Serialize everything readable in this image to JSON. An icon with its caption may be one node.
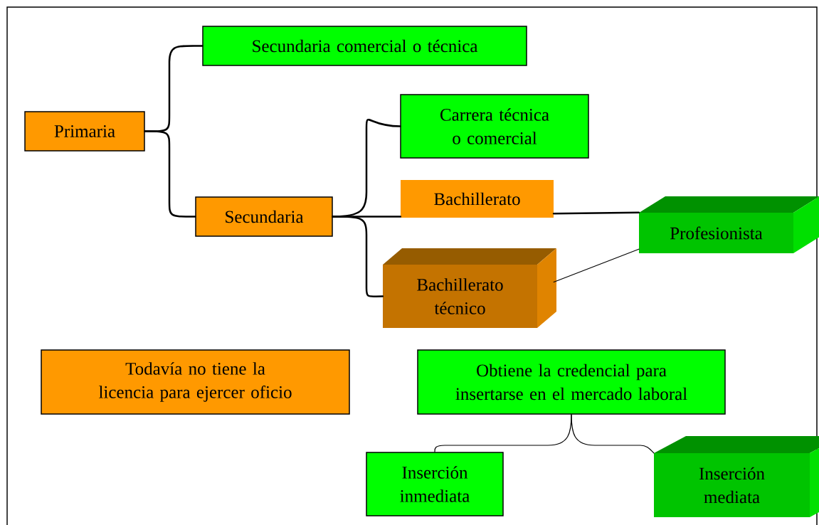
{
  "diagram": {
    "nodes": [
      {
        "text": [
          "Primaria"
        ]
      },
      {
        "text": [
          "Secundaria comercial o técnica"
        ]
      },
      {
        "text": [
          "Carrera técnica o comercial"
        ]
      },
      {
        "text": [
          "Secundaria"
        ]
      },
      {
        "text": [
          "Bachillerato"
        ]
      },
      {
        "text": [
          "Profesionista"
        ]
      },
      {
        "text": [
          "Bachillerato técnico"
        ]
      },
      {
        "text": [
          "Todavía no tiene la licencia para ejercer oficio"
        ]
      },
      {
        "text": [
          "Obtiene la credencial para insertarse en el mercado laboral"
        ]
      },
      {
        "text": [
          "Inserción inmediata"
        ]
      },
      {
        "text": [
          "Inserción mediata"
        ]
      }
    ],
    "edges": [
      {
        "from": 0,
        "to": 1,
        "arrow": "none"
      },
      {
        "from": 0,
        "to": 3,
        "arrow": "none"
      },
      {
        "from": 3,
        "to": 2,
        "arrow": "none"
      },
      {
        "from": 3,
        "to": 4,
        "arrow": "none"
      },
      {
        "from": 3,
        "to": 6,
        "arrow": "none"
      },
      {
        "from": 4,
        "to": 5,
        "arrow": "none"
      },
      {
        "from": 6,
        "to": 5,
        "arrow": "none"
      },
      {
        "from": 8,
        "to": 9,
        "arrow": "none"
      },
      {
        "from": 8,
        "to": 10,
        "arrow": "none"
      }
    ]
  }
}
